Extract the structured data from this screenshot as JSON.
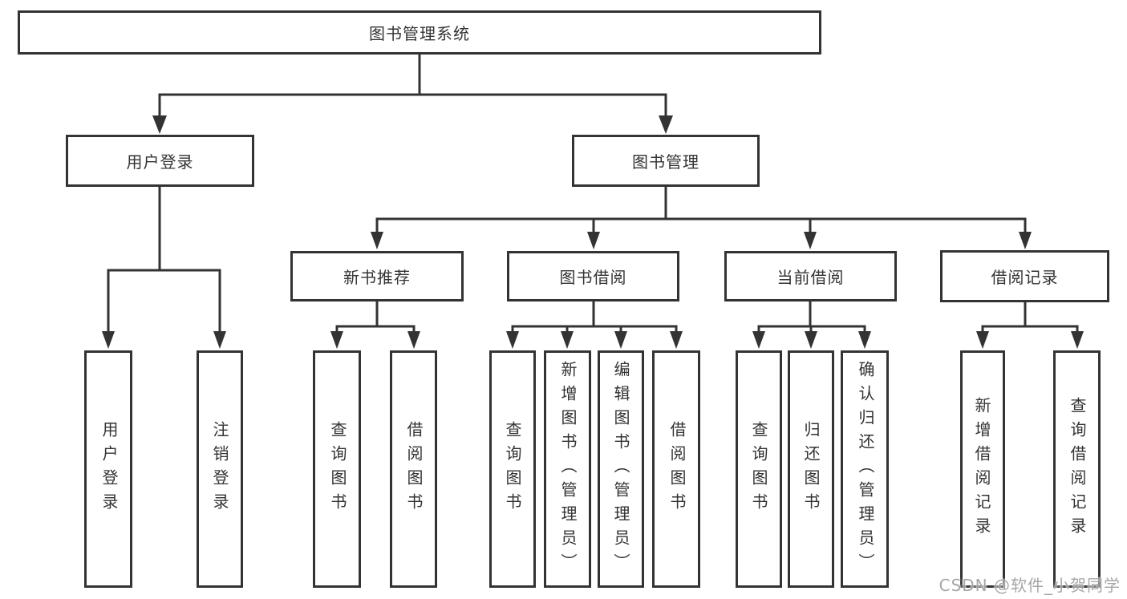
{
  "diagram": {
    "root": {
      "label": "图书管理系统"
    },
    "branches": [
      {
        "label": "用户登录",
        "children": [
          {
            "label": "用户登录"
          },
          {
            "label": "注销登录"
          }
        ]
      },
      {
        "label": "图书管理",
        "children": [
          {
            "label": "新书推荐",
            "children": [
              {
                "label": "查询图书"
              },
              {
                "label": "借阅图书"
              }
            ]
          },
          {
            "label": "图书借阅",
            "children": [
              {
                "label": "查询图书"
              },
              {
                "label": "新增图书（管理员）"
              },
              {
                "label": "编辑图书（管理员）"
              },
              {
                "label": "借阅图书"
              }
            ]
          },
          {
            "label": "当前借阅",
            "children": [
              {
                "label": "查询图书"
              },
              {
                "label": "归还图书"
              },
              {
                "label": "确认归还（管理员）"
              }
            ]
          },
          {
            "label": "借阅记录",
            "children": [
              {
                "label": "新增借阅记录"
              },
              {
                "label": "查询借阅记录"
              }
            ]
          }
        ]
      }
    ],
    "watermark": "CSDN @软件_小贺同学",
    "colors": {
      "line": "#333333",
      "box_border": "#333333",
      "text": "#333333",
      "watermark": "#969696",
      "background": "#ffffff"
    }
  }
}
